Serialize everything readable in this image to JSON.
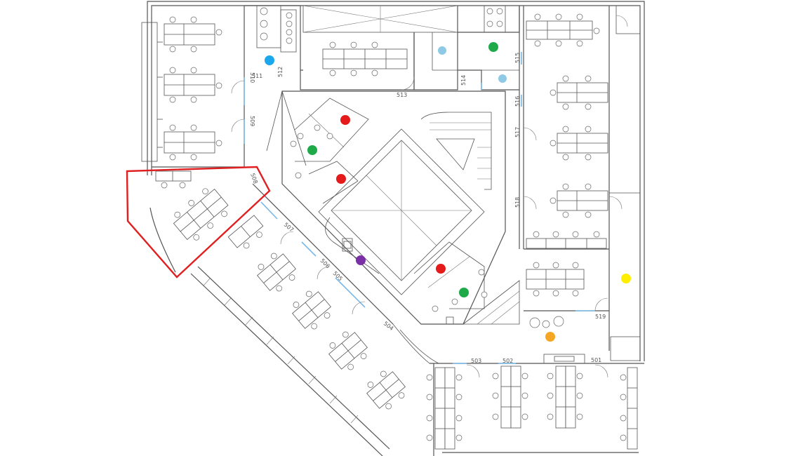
{
  "room_labels": [
    {
      "id": "501",
      "text": "501"
    },
    {
      "id": "502",
      "text": "502"
    },
    {
      "id": "503",
      "text": "503"
    },
    {
      "id": "504",
      "text": "504"
    },
    {
      "id": "505",
      "text": "505"
    },
    {
      "id": "506",
      "text": "506"
    },
    {
      "id": "507",
      "text": "507"
    },
    {
      "id": "508",
      "text": "508"
    },
    {
      "id": "509",
      "text": "509"
    },
    {
      "id": "510",
      "text": "510"
    },
    {
      "id": "511",
      "text": "511"
    },
    {
      "id": "512",
      "text": "512"
    },
    {
      "id": "513",
      "text": "513"
    },
    {
      "id": "514",
      "text": "514"
    },
    {
      "id": "515",
      "text": "515"
    },
    {
      "id": "516",
      "text": "516"
    },
    {
      "id": "517",
      "text": "517"
    },
    {
      "id": "518",
      "text": "518"
    },
    {
      "id": "519",
      "text": "519"
    }
  ],
  "highlight_zone": {
    "color": "#e02020"
  },
  "markers": [
    {
      "id": "marker-blue",
      "color": "#1aa7ec"
    },
    {
      "id": "marker-lightblue-1",
      "color": "#8ecae6"
    },
    {
      "id": "marker-lightblue-2",
      "color": "#8ecae6"
    },
    {
      "id": "marker-green-1",
      "color": "#1faa4a"
    },
    {
      "id": "marker-green-2",
      "color": "#1faa4a"
    },
    {
      "id": "marker-green-3",
      "color": "#1faa4a"
    },
    {
      "id": "marker-red-1",
      "color": "#e51b1b"
    },
    {
      "id": "marker-red-2",
      "color": "#e51b1b"
    },
    {
      "id": "marker-red-3",
      "color": "#e51b1b"
    },
    {
      "id": "marker-purple",
      "color": "#7b2fa6"
    },
    {
      "id": "marker-yellow",
      "color": "#ffee00"
    },
    {
      "id": "marker-orange",
      "color": "#f5a623"
    }
  ]
}
